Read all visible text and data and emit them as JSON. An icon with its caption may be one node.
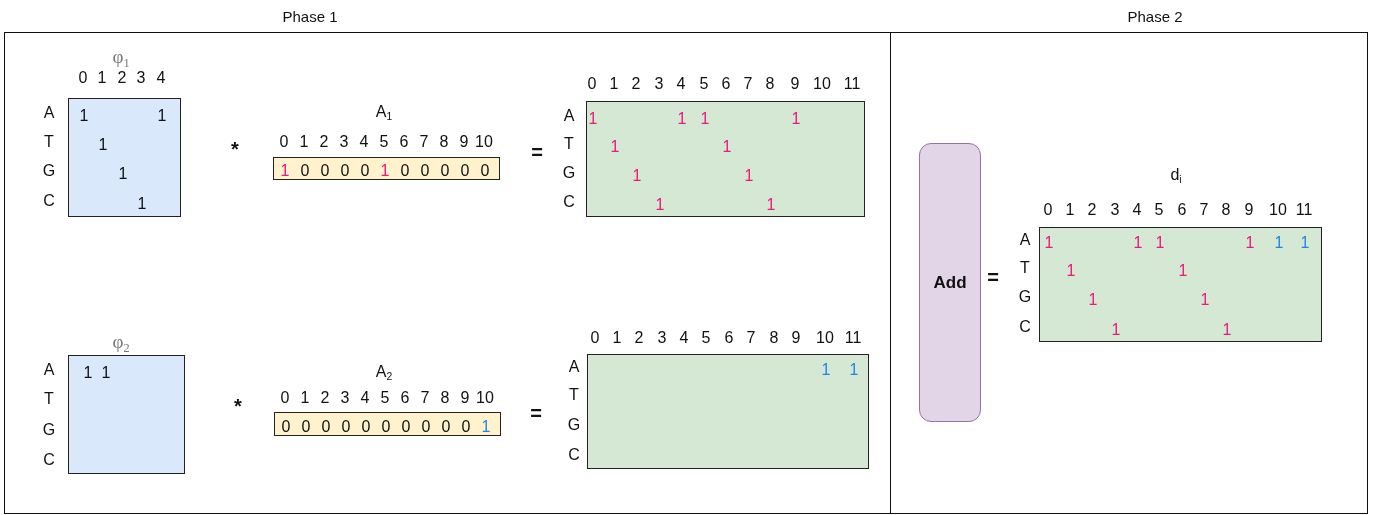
{
  "diagram": {
    "nodes": [
      {
        "text": [
          "Phase 1"
        ]
      },
      {
        "text": [
          "φ$_{1}$",
          "0",
          "1",
          "2",
          "3",
          "4",
          "A",
          "T",
          "G",
          "C",
          "1",
          "1",
          "1",
          "1",
          "1"
        ],
        "in": 0
      },
      {
        "text": [
          "A$_{1}$",
          "0",
          "1",
          "2",
          "3",
          "4",
          "5",
          "6",
          "7",
          "8",
          "9",
          "10",
          "1",
          "0",
          "0",
          "0",
          "0",
          "1",
          "0",
          "0",
          "0",
          "0",
          "0"
        ],
        "in": 0
      },
      {
        "text": [
          "0",
          "1",
          "2",
          "3",
          "4",
          "5",
          "6",
          "7",
          "8",
          "9",
          "10",
          "11",
          "A",
          "T",
          "G",
          "C",
          "1",
          "1",
          "1",
          "1",
          "1",
          "1",
          "1",
          "1",
          "1",
          "1"
        ],
        "in": 0
      },
      {
        "text": [
          "φ$_{2}$",
          "A",
          "T",
          "G",
          "C",
          "1",
          "1"
        ],
        "in": 0
      },
      {
        "text": [
          "A$_{2}$",
          "0",
          "1",
          "2",
          "3",
          "4",
          "5",
          "6",
          "7",
          "8",
          "9",
          "10",
          "0",
          "0",
          "0",
          "0",
          "0",
          "0",
          "0",
          "0",
          "0",
          "0",
          "1"
        ],
        "in": 0
      },
      {
        "text": [
          "0",
          "1",
          "2",
          "3",
          "4",
          "5",
          "6",
          "7",
          "8",
          "9",
          "10",
          "11",
          "A",
          "T",
          "G",
          "C",
          "1",
          "1"
        ],
        "in": 0
      },
      {
        "text": [
          "Phase 2"
        ]
      },
      {
        "text": [
          "Add"
        ],
        "in": 7
      },
      {
        "text": [
          "d$_{i}$",
          "0",
          "1",
          "2",
          "3",
          "4",
          "5",
          "6",
          "7",
          "8",
          "9",
          "10",
          "11",
          "A",
          "T",
          "G",
          "C",
          "1",
          "1",
          "1",
          "1",
          "1",
          "1",
          "1",
          "1",
          "1",
          "1",
          "1",
          "1"
        ],
        "in": 7
      }
    ],
    "labels": [
      "*",
      "=",
      "=",
      "*",
      "="
    ]
  }
}
